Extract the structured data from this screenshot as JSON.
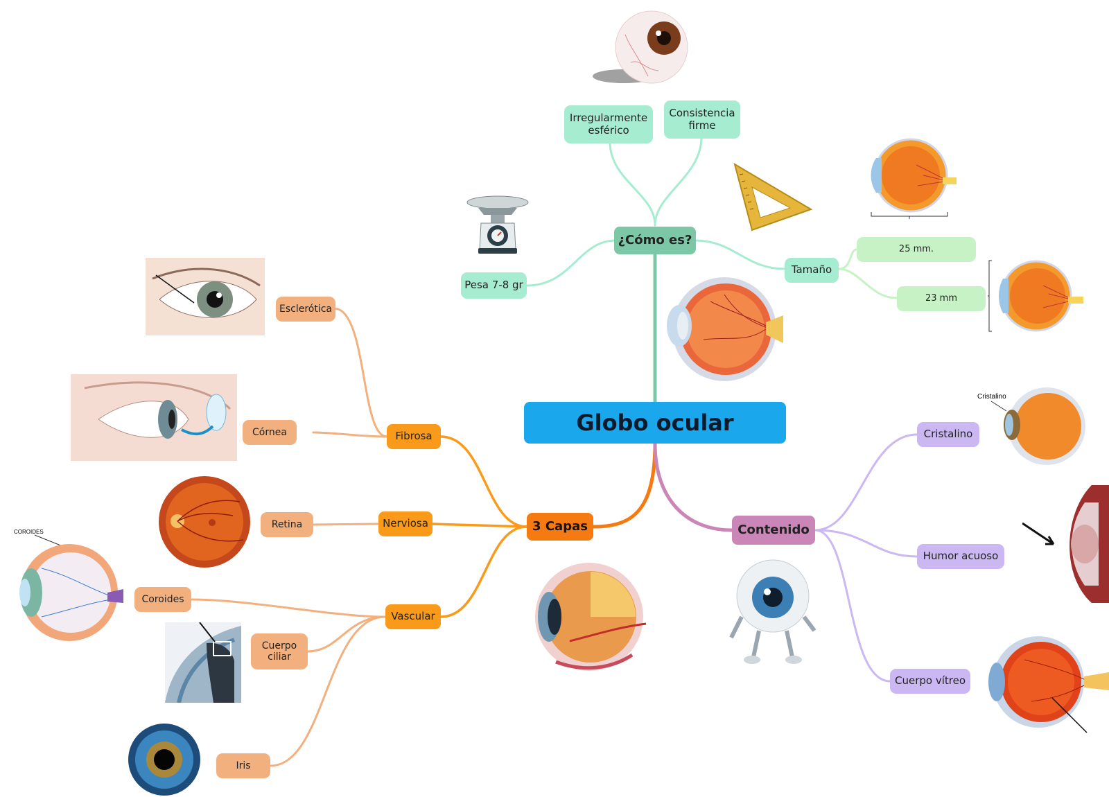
{
  "root": {
    "label": "Globo ocular"
  },
  "branches": {
    "como_es": {
      "label": "¿Cómo es?",
      "color": "#7cc8a6",
      "items": {
        "irregular": "Irregularmente esférico",
        "consistencia": "Consistencia firme",
        "pesa": "Pesa 7-8 gr",
        "tamano": "Tamaño",
        "size_a": "25 mm.",
        "size_b": "23 mm"
      }
    },
    "capas": {
      "label": "3 Capas",
      "color": "#f57a12",
      "fibrosa": {
        "label": "Fibrosa",
        "children": [
          "Esclerótica",
          "Córnea"
        ]
      },
      "nerviosa": {
        "label": "Nerviosa",
        "children": [
          "Retina"
        ]
      },
      "vascular": {
        "label": "Vascular",
        "children": [
          "Coroides",
          "Cuerpo ciliar",
          "Iris"
        ]
      }
    },
    "contenido": {
      "label": "Contenido",
      "color": "#c986b7",
      "children": [
        "Cristalino",
        "Humor acuoso",
        "Cuerpo vítreo"
      ]
    }
  },
  "image_labels": {
    "coroides_diagram": "COROIDES",
    "cristalino_diagram": "Cristalino"
  },
  "illustrations": [
    "eyeball-3d-icon",
    "kitchen-scale-icon",
    "set-square-icon",
    "eye-cross-section-icon",
    "eye-photo-icon",
    "eye-profile-contact-lens-icon",
    "retina-fundus-icon",
    "choroid-diagram-icon",
    "ciliary-body-icon",
    "iris-icon",
    "eye-anatomy-cutaway-icon",
    "eyeball-mascot-icon",
    "lens-diagram-icon",
    "aqueous-humor-icon",
    "vitreous-body-icon"
  ]
}
